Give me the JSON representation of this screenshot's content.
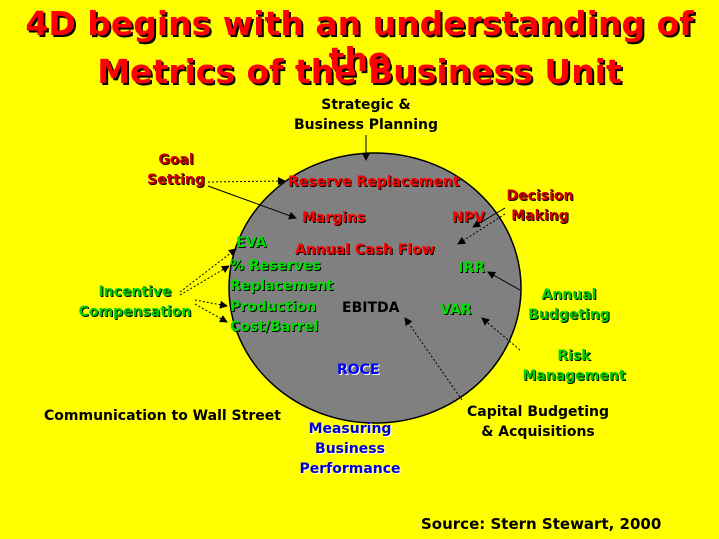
{
  "title": {
    "line1": "4D begins with an understanding of the",
    "line2": "Metrics of the Business Unit"
  },
  "outside": {
    "strategic": [
      "Strategic &",
      "Business Planning"
    ],
    "goal": [
      "Goal",
      "Setting"
    ],
    "decision": [
      "Decision",
      "Making"
    ],
    "incentive": [
      "Incentive",
      "Compensation"
    ],
    "annual_budgeting": [
      "Annual",
      "Budgeting"
    ],
    "risk": [
      "Risk",
      "Management"
    ],
    "communication": "Communication to Wall Street",
    "capital": [
      "Capital Budgeting",
      "& Acquisitions"
    ],
    "measuring": [
      "Measuring",
      "Business",
      "Performance"
    ]
  },
  "inside": {
    "reserve_replacement": "Reserve Replacement",
    "margins": "Margins",
    "npv": "NPV",
    "eva": "EVA",
    "annual_cash_flow": "Annual Cash Flow",
    "pct_reserves": "% Reserves",
    "replacement": "Replacement",
    "irr": "IRR",
    "production": "Production",
    "ebitda": "EBITDA",
    "var": "VAR",
    "cost_barrel": "Cost/Barrel",
    "roce": "ROCE"
  },
  "source": "Source: Stern Stewart, 2000",
  "colors": {
    "background": "#FFFF00",
    "circle": "#808080",
    "title": "#FF0000"
  }
}
